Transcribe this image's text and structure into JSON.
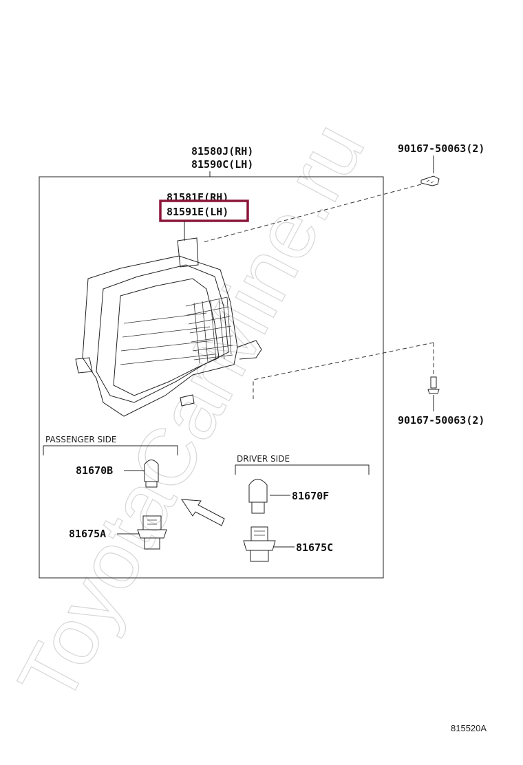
{
  "watermark": "ToyotaCarMine.ru",
  "assembly": {
    "rh": "81580J(RH)",
    "lh": "81590C(LH)"
  },
  "lens": {
    "rh": "81581E(RH)",
    "lh": "81591E(LH)"
  },
  "screw_top": "90167-50063(2)",
  "screw_bottom": "90167-50063(2)",
  "passenger_side": {
    "label": "PASSENGER SIDE",
    "bulb": "81670B",
    "socket": "81675A"
  },
  "driver_side": {
    "label": "DRIVER SIDE",
    "bulb": "81670F",
    "socket": "81675C"
  },
  "diagram_code": "815520A",
  "highlight_color": "#8a1538"
}
